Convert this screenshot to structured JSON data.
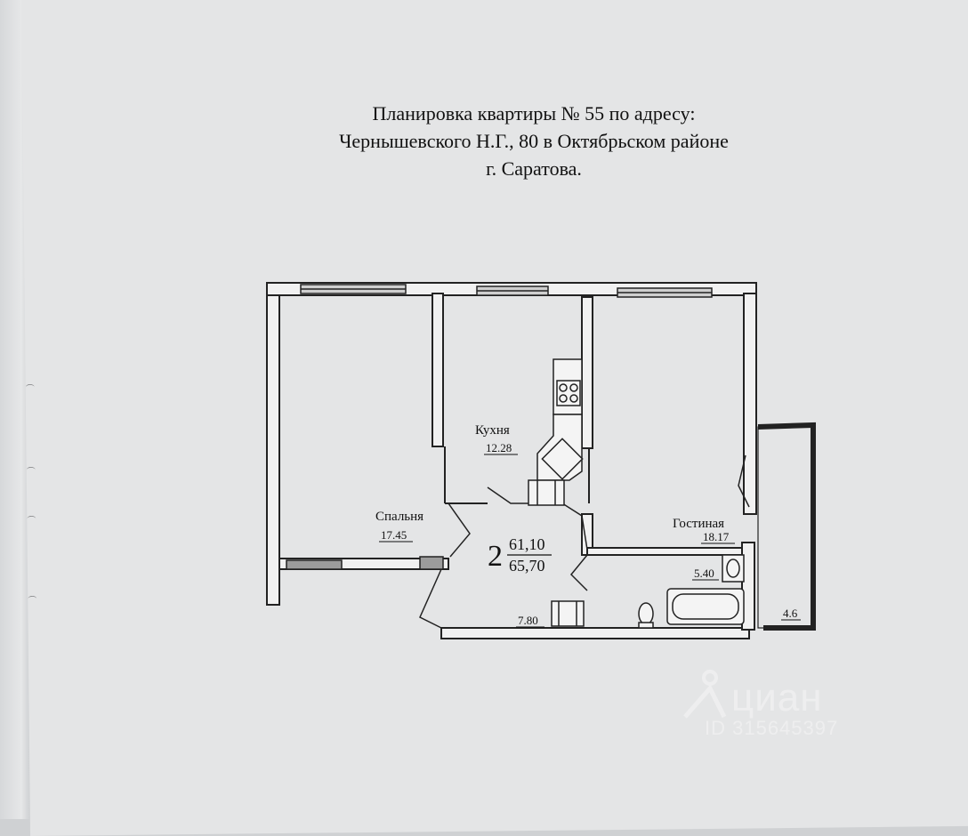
{
  "title": {
    "line1": "Планировка квартиры № 55  по адресу:",
    "line2": "Чернышевского Н.Г., 80 в Октябрьском районе",
    "line3": "г. Саратова."
  },
  "plan": {
    "rooms": {
      "kitchen": {
        "name": "Кухня",
        "area": "12.28"
      },
      "bedroom": {
        "name": "Спальня",
        "area": "17.45"
      },
      "living": {
        "name": "Гостиная",
        "area": "18.17"
      },
      "bathroom": {
        "area": "5.40"
      },
      "hallway": {
        "area": "7.80"
      },
      "balcony": {
        "area": "4.6"
      }
    },
    "summary": {
      "rooms_count": "2",
      "living_area": "61,10",
      "total_area": "65,70"
    }
  },
  "watermark": {
    "brand": "циан",
    "id": "ID 315645397"
  }
}
